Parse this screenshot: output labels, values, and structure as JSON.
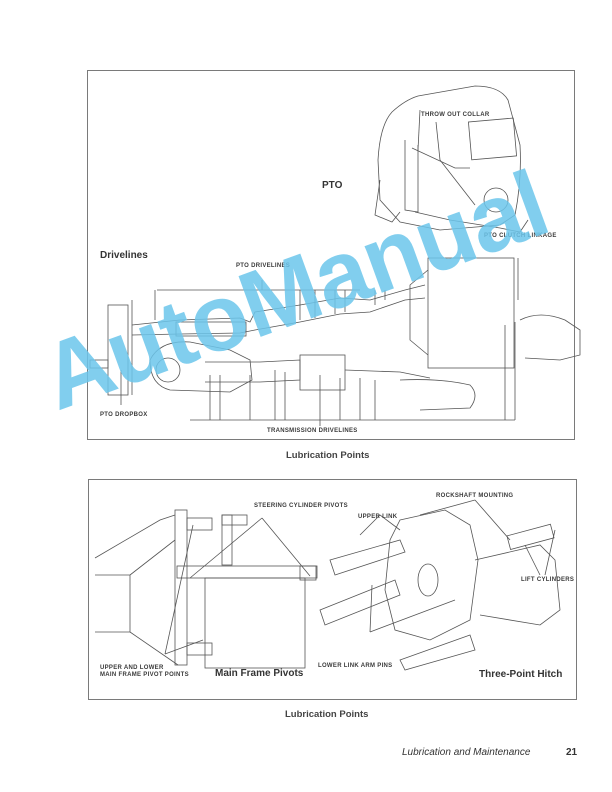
{
  "page": {
    "footer_section": "Lubrication and Maintenance",
    "page_number": "21"
  },
  "top_figure": {
    "pto_title": "PTO",
    "pto_labels": {
      "throw_out_collar": "THROW OUT COLLAR",
      "pto_clutch_linkage": "PTO CLUTCH LINKAGE"
    },
    "drivelines_title": "Drivelines",
    "driveline_labels": {
      "pto_drivelines": "PTO DRIVELINES",
      "pto_dropbox": "PTO DROPBOX",
      "transmission_drivelines": "TRANSMISSION DRIVELINES"
    },
    "caption": "Lubrication Points"
  },
  "bottom_figure": {
    "main_frame": {
      "title": "Main Frame Pivots",
      "labels": {
        "steering_cylinder_pivots": "STEERING CYLINDER PIVOTS",
        "pivot_points_line1": "UPPER AND LOWER",
        "pivot_points_line2": "MAIN FRAME PIVOT POINTS"
      }
    },
    "three_point_hitch": {
      "title": "Three-Point Hitch",
      "labels": {
        "rockshaft_mounting": "ROCKSHAFT MOUNTING",
        "upper_link": "UPPER LINK",
        "lift_cylinders": "LIFT CYLINDERS",
        "lower_link_arm_pins": "LOWER LINK ARM PINS"
      }
    },
    "caption": "Lubrication Points"
  },
  "watermark": {
    "text": "AutoManual",
    "color": "#6cc6ec"
  }
}
